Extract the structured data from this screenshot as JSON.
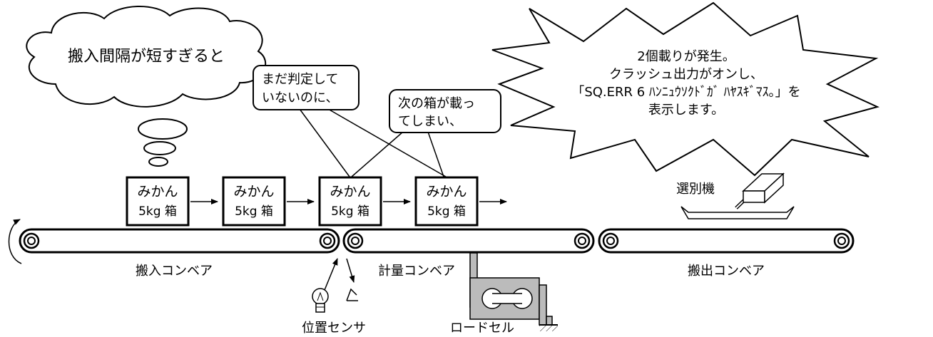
{
  "thought_bubble": {
    "text": "搬入間隔が短すぎると"
  },
  "callout_1": {
    "line1": "まだ判定して",
    "line2": "いないのに、"
  },
  "callout_2": {
    "line1": "次の箱が載っ",
    "line2": "てしまい、"
  },
  "explosion": {
    "line1": "2個載りが発生。",
    "line2": "クラッシュ出力がオンし、",
    "line3": "「SQ.ERR 6  ﾊﾝﾆｭｳｿｸﾄﾞｶﾞ ﾊﾔｽｷﾞﾏｽ｡」を",
    "line4": "表示します。"
  },
  "boxes": [
    {
      "line1": "みかん",
      "line2": "5kg 箱"
    },
    {
      "line1": "みかん",
      "line2": "5kg 箱"
    },
    {
      "line1": "みかん",
      "line2": "5kg 箱"
    },
    {
      "line1": "みかん",
      "line2": "5kg 箱"
    }
  ],
  "labels": {
    "infeed_conveyor": "搬入コンベア",
    "weighing_conveyor": "計量コンベア",
    "outfeed_conveyor": "搬出コンベア",
    "sorter": "選別機",
    "position_sensor": "位置センサ",
    "load_cell": "ロードセル"
  }
}
